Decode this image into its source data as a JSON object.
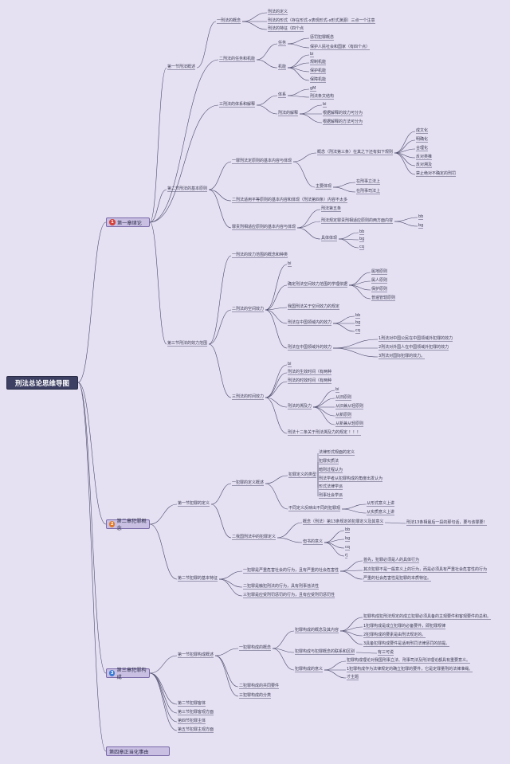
{
  "root": "刑法总论思维导图",
  "chapters": [
    {
      "label": "第一章绪论",
      "badge": "1",
      "color": "#d4423a"
    },
    {
      "label": "第二章犯罪概念",
      "badge": "2",
      "color": "#e07a2a"
    },
    {
      "label": "第三章犯罪构成",
      "badge": "3",
      "color": "#3a7bd5"
    },
    {
      "label": "第四章正当化事由",
      "badge": "",
      "color": ""
    }
  ],
  "nodes": [
    "第一节刑法概述",
    "一刑法的概念",
    "刑法的定义",
    "刑法的形式（存在形式-x表现形式-x形式渊源）三点一个注意",
    "刑法的特征（四个点",
    "二刑法的任务和机能",
    "任务",
    "惩罚犯罪概念",
    "保护人民社会和国家（有四个点）",
    "机能",
    "bi",
    "规制机能",
    "保护机能",
    "保障机能",
    "三刑法的体系和解释",
    "体系",
    "gM",
    "刑法条文结构",
    "刑法的解释",
    "bi",
    "根据解释的效力可分为",
    "根据解释的方法可分为",
    "第二节刑法的基本原则",
    "一罪刑法定原则的基本内容与体现",
    "概念（刑法第三条）在其之下还有如下规则",
    "成文化",
    "明确化",
    "合理化",
    "反对类推",
    "反对溯及",
    "禁止绝对不确定的刑罚",
    "主要体现",
    "在刑事立法上",
    "在刑事司法上",
    "二刑法适用平等原则的基本内容和体现（刑法第四条）内容不太多",
    "罪责刑相适应原则的基本内容与体现",
    "刑法第五条",
    "刑法规定罪责刑相适应原则的两方面内容",
    "bb",
    "bg",
    "具体体现",
    "bb",
    "bg",
    "cq",
    "第三节刑法的效力范围",
    "一刑法的效力范围的概念和种类",
    "二刑法的空间效力",
    "bi",
    "确定刑法空间效力范围的学理依据",
    "属地原则",
    "属人原则",
    "保护原则",
    "普遍管辖原则",
    "我国刑法关于空间效力的规定",
    "刑法在中国领域内的效力",
    "bb",
    "bg",
    "cq",
    "刑法在中国领域外的效力",
    "1刑法对中国公民在中国领域外犯罪的效力",
    "2刑法对外国人在中国领域外犯罪的效力",
    "3刑法对国际犯罪的效力。",
    "三刑法的时间效力",
    "bi",
    "刑法的生效时间（有两种",
    "刑法的时效时间（有两种",
    "刑法的溯及力",
    "bi",
    "从旧原则",
    "从旧兼从轻原则",
    "从新原则",
    "从新兼从轻原则",
    "刑法十二条关于刑法溯及力的规定 ！！！",
    "第一节犯罪的定义",
    "一犯罪的定义概述",
    "犯罪定义的类型",
    "法律形式规面的定义",
    "犯罪实质法",
    "暗则过程认为",
    "刑法学者从犯罪构成的角度出发认为",
    "形式法律学派",
    "刑事社会学派",
    "不同定义反映出不同的犯罪观",
    "从形式意义上讲",
    "从实质意义上讲",
    "二我国刑法中的犯罪定义",
    "概念（刑法）第13条规定的犯罪定义及其意义",
    "刑法13条相最后一段的那句话，要与该罪要！",
    "但书的意义",
    "bb",
    "bg",
    "cq",
    "rj",
    "第二节犯罪的基本特征",
    "一犯罪是严重危害社会的行为，且有严重的社会危害性",
    "首先，犯罪必须是人的具体行为",
    "其次犯罪不是一般意义上的行为，而是必须具有严重社会危害性的行为",
    "严重的社会危害性是犯罪的本质特征。",
    "二犯罪是触犯刑法的行为，具有刑事违法性",
    "三犯罪是应受刑罚惩罚的行为，且有应受刑罚惩罚性",
    "第一节犯罪构成概述",
    "一犯罪构成的概念",
    "犯罪构成的概念及其内容",
    "犯罪构成犯刑法规定的成立犯罪必须具备的主观要件和客观要件的总和。",
    "1犯罪构成是成立犯罪的必备要件，即犯罪规律",
    "2犯罪构成的要素是由刑法规定的。",
    "3具备犯罪构成要件是适用刑罚法律惩罚的前提。",
    "犯罪构成与犯罪概念的联系和区别",
    "有三可说",
    "犯罪构成的意义",
    "犯罪构成理论对我国刑事立法、刑事司法及刑法理论都具有重要意义。",
    "1犯罪构成作为法律规定的确立犯罪的要件，它是定罪量刑的法律准绳。",
    "才主题",
    "二犯罪构成的共同要件",
    "三犯罪构成的分类",
    "第二节犯罪客体",
    "第三节犯罪客观方面",
    "第四节犯罪主体",
    "第五节犯罪主观方面"
  ]
}
